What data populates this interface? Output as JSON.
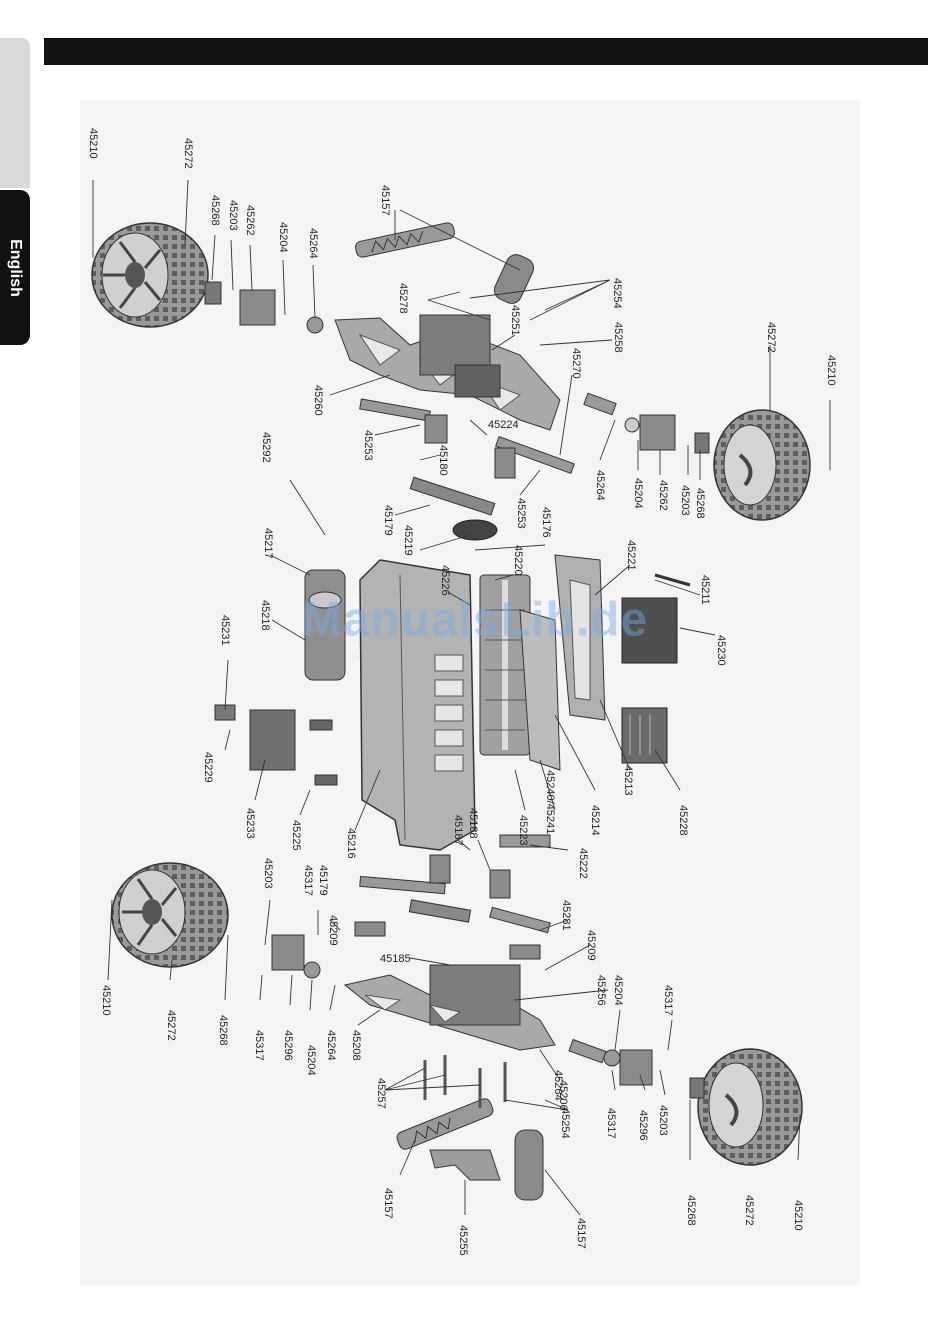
{
  "header": {
    "section_tab": "English"
  },
  "watermark": "ManualsLib.de",
  "colors": {
    "bar": "#111111",
    "tab_light": "#d9d9d9",
    "part_gray": "#8a8a8a",
    "tire_dark": "#6e6e6e"
  },
  "parts": {
    "p1": "45210",
    "p2": "45272",
    "p3": "45268",
    "p4": "45203",
    "p5": "45262",
    "p6": "45204",
    "p7": "45264",
    "p8": "45157",
    "p9": "45278",
    "p10": "45251",
    "p11": "45254",
    "p12": "45258",
    "p13": "45260",
    "p14": "45270",
    "p15": "45224",
    "p16": "45253",
    "p17": "45180",
    "p18": "45272",
    "p19": "45210",
    "p20": "45264",
    "p21": "45204",
    "p22": "45262",
    "p23": "45203",
    "p24": "45268",
    "p25": "45253",
    "p26": "45292",
    "p27": "45179",
    "p28": "45219",
    "p29": "45176",
    "p30": "45217",
    "p31": "45218",
    "p32": "45226",
    "p33": "45220",
    "p34": "45221",
    "p35": "45211",
    "p36": "45230",
    "p37": "45231",
    "p38": "45229",
    "p39": "45233",
    "p40": "45225",
    "p41": "45216",
    "p42": "45223",
    "p43": "45240/45241",
    "p44": "45214",
    "p45": "45213",
    "p46": "45228",
    "p47": "45188",
    "p48": "45187",
    "p49": "45222",
    "p50": "45203",
    "p51": "45317",
    "p52": "45179",
    "p53": "45209",
    "p54": "45281",
    "p55": "45209",
    "p56": "45185",
    "p57": "45256",
    "p58": "45204",
    "p59": "45317",
    "p60": "45210",
    "p61": "45272",
    "p62": "45268",
    "p63": "45317",
    "p64": "45296",
    "p65": "45204",
    "p66": "45264",
    "p67": "45208",
    "p68": "45257",
    "p69": "45264",
    "p70": "45206",
    "p71": "45254",
    "p72": "45317",
    "p73": "45296",
    "p74": "45203",
    "p75": "45157",
    "p76": "45255",
    "p77": "45157",
    "p78": "45268",
    "p79": "45272",
    "p80": "45210"
  }
}
